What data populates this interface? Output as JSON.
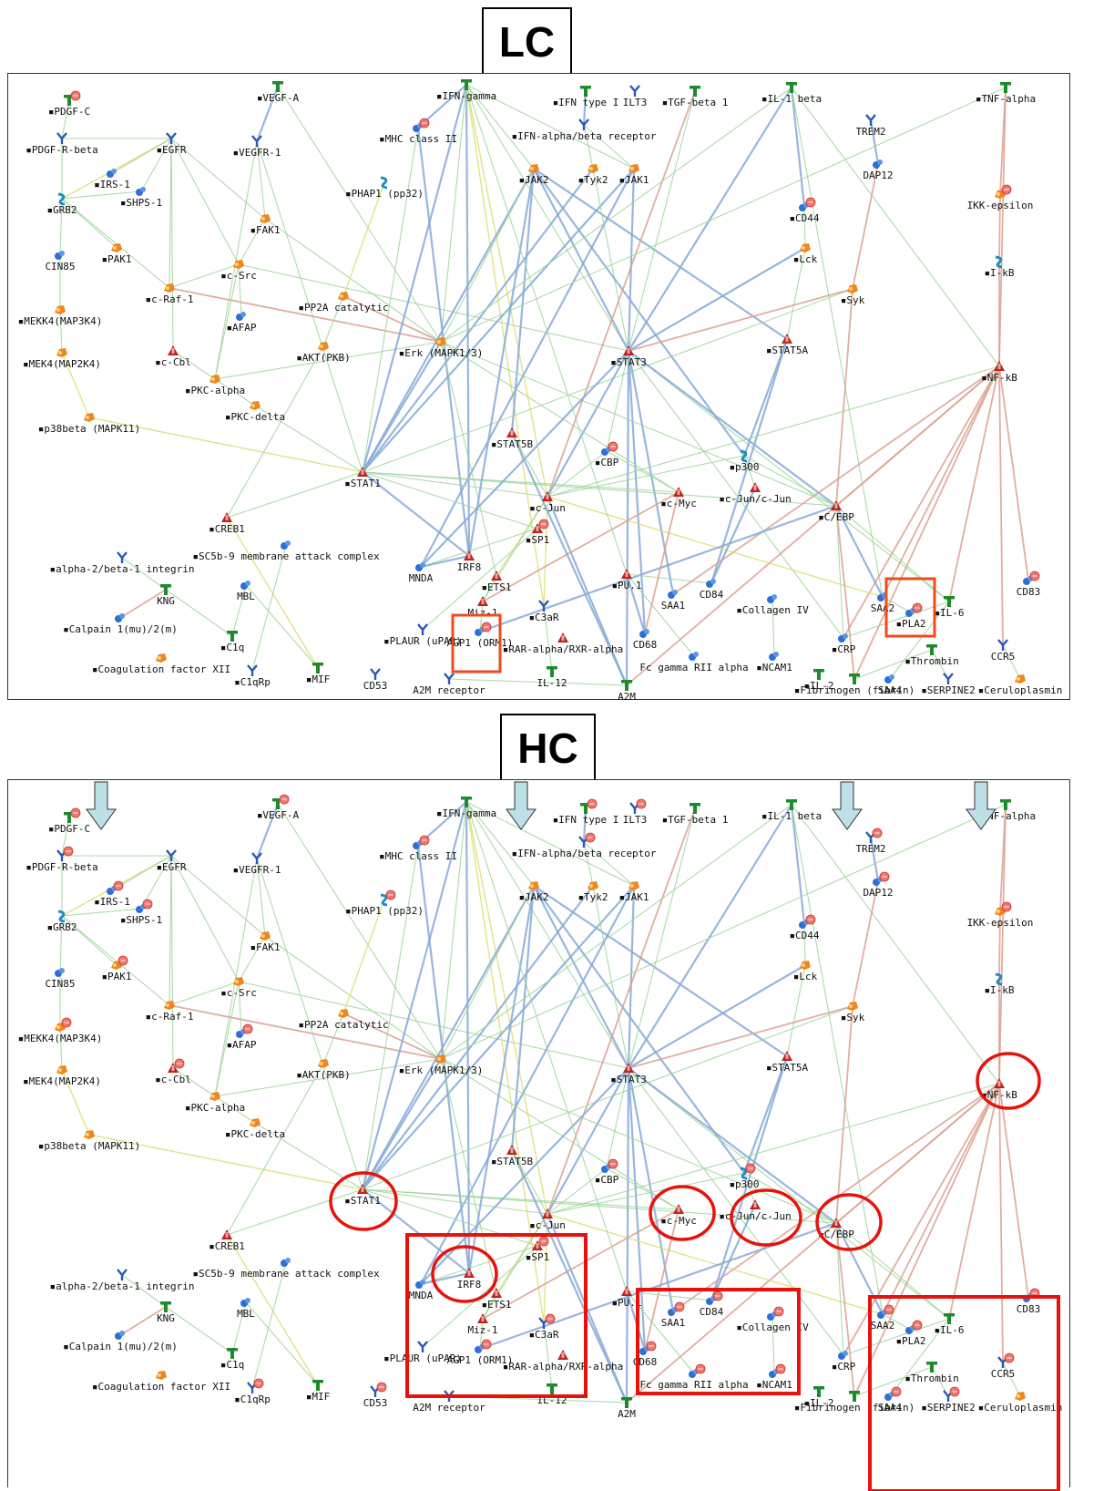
{
  "titles": {
    "lc": "LC",
    "hc": "HC"
  },
  "nodes": [
    {
      "id": "pdgfc",
      "label": "PDGF-C",
      "icon": "ligand"
    },
    {
      "id": "pdgfrb",
      "label": "PDGF-R-beta",
      "icon": "receptor"
    },
    {
      "id": "egfr",
      "label": "EGFR",
      "icon": "receptor"
    },
    {
      "id": "vegfa",
      "label": "VEGF-A",
      "icon": "ligand"
    },
    {
      "id": "vegfr1",
      "label": "VEGFR-1",
      "icon": "receptor"
    },
    {
      "id": "irs1",
      "label": "IRS-1",
      "icon": "protein"
    },
    {
      "id": "shps1",
      "label": "SHPS-1",
      "icon": "protein"
    },
    {
      "id": "grb2",
      "label": "GRB2",
      "icon": "adaptor"
    },
    {
      "id": "fak1",
      "label": "FAK1",
      "icon": "kinase"
    },
    {
      "id": "cin85",
      "label": "CIN85",
      "icon": "protein"
    },
    {
      "id": "pak1",
      "label": "PAK1",
      "icon": "kinase"
    },
    {
      "id": "csrc",
      "label": "c-Src",
      "icon": "kinase"
    },
    {
      "id": "craf1",
      "label": "c-Raf-1",
      "icon": "kinase"
    },
    {
      "id": "mekk4",
      "label": "MEKK4(MAP3K4)",
      "icon": "kinase"
    },
    {
      "id": "afap",
      "label": "AFAP",
      "icon": "protein"
    },
    {
      "id": "mek4",
      "label": "MEK4(MAP2K4)",
      "icon": "kinase"
    },
    {
      "id": "ccbl",
      "label": "c-Cbl",
      "icon": "tf"
    },
    {
      "id": "pkca",
      "label": "PKC-alpha",
      "icon": "kinase"
    },
    {
      "id": "pkcd",
      "label": "PKC-delta",
      "icon": "kinase"
    },
    {
      "id": "p38b",
      "label": "p38beta (MAPK11)",
      "icon": "kinase"
    },
    {
      "id": "ifng",
      "label": "IFN-gamma",
      "icon": "ligand"
    },
    {
      "id": "mhc2",
      "label": "MHC class II",
      "icon": "protein"
    },
    {
      "id": "phap1",
      "label": "PHAP1 (pp32)",
      "icon": "adaptor"
    },
    {
      "id": "pp2a",
      "label": "PP2A catalytic",
      "icon": "kinase"
    },
    {
      "id": "akt",
      "label": "AKT(PKB)",
      "icon": "kinase"
    },
    {
      "id": "erk",
      "label": "Erk (MAPK1/3)",
      "icon": "kinase"
    },
    {
      "id": "ifn1",
      "label": "IFN type I",
      "icon": "ligand"
    },
    {
      "id": "ilt3",
      "label": "ILT3",
      "icon": "receptor"
    },
    {
      "id": "ifnabr",
      "label": "IFN-alpha/beta receptor",
      "icon": "receptor"
    },
    {
      "id": "jak2",
      "label": "JAK2",
      "icon": "kinase"
    },
    {
      "id": "tyk2",
      "label": "Tyk2",
      "icon": "kinase"
    },
    {
      "id": "jak1",
      "label": "JAK1",
      "icon": "kinase"
    },
    {
      "id": "tgfb1",
      "label": "TGF-beta 1",
      "icon": "ligand"
    },
    {
      "id": "il1b",
      "label": "IL-1 beta",
      "icon": "ligand"
    },
    {
      "id": "trem2",
      "label": "TREM2",
      "icon": "receptor"
    },
    {
      "id": "dap12",
      "label": "DAP12",
      "icon": "protein"
    },
    {
      "id": "tnfa",
      "label": "TNF-alpha",
      "icon": "ligand"
    },
    {
      "id": "ikke",
      "label": "IKK-epsilon",
      "icon": "kinase"
    },
    {
      "id": "cd44",
      "label": "CD44",
      "icon": "protein"
    },
    {
      "id": "lck",
      "label": "Lck",
      "icon": "kinase"
    },
    {
      "id": "ikb",
      "label": "I-kB",
      "icon": "adaptor"
    },
    {
      "id": "syk",
      "label": "Syk",
      "icon": "kinase"
    },
    {
      "id": "stat3",
      "label": "STAT3",
      "icon": "tf"
    },
    {
      "id": "stat5a",
      "label": "STAT5A",
      "icon": "tf"
    },
    {
      "id": "nfkb",
      "label": "NF-kB",
      "icon": "tf"
    },
    {
      "id": "stat5b",
      "label": "STAT5B",
      "icon": "tf"
    },
    {
      "id": "cbp",
      "label": "CBP",
      "icon": "protein"
    },
    {
      "id": "p300",
      "label": "p300",
      "icon": "adaptor"
    },
    {
      "id": "stat1",
      "label": "STAT1",
      "icon": "tf"
    },
    {
      "id": "cjun",
      "label": "c-Jun",
      "icon": "tf"
    },
    {
      "id": "cmyc",
      "label": "c-Myc",
      "icon": "tf"
    },
    {
      "id": "cjuncjun",
      "label": "c-Jun/c-Jun",
      "icon": "tf"
    },
    {
      "id": "cebp",
      "label": "C/EBP",
      "icon": "tf"
    },
    {
      "id": "creb1",
      "label": "CREB1",
      "icon": "tf"
    },
    {
      "id": "sc5b9",
      "label": "SC5b-9 membrane attack complex",
      "icon": "protein"
    },
    {
      "id": "a2b1",
      "label": "alpha-2/beta-1 integrin",
      "icon": "receptor"
    },
    {
      "id": "sp1",
      "label": "SP1",
      "icon": "tf"
    },
    {
      "id": "irf8",
      "label": "IRF8",
      "icon": "tf"
    },
    {
      "id": "mnda",
      "label": "MNDA",
      "icon": "protein"
    },
    {
      "id": "ets1",
      "label": "ETS1",
      "icon": "tf"
    },
    {
      "id": "pu1",
      "label": "PU.1",
      "icon": "tf"
    },
    {
      "id": "kng",
      "label": "KNG",
      "icon": "ligand"
    },
    {
      "id": "mbl",
      "label": "MBL",
      "icon": "protein"
    },
    {
      "id": "miz1",
      "label": "Miz-1",
      "icon": "tf"
    },
    {
      "id": "c3ar",
      "label": "C3aR",
      "icon": "receptor"
    },
    {
      "id": "saa1",
      "label": "SAA1",
      "icon": "protein"
    },
    {
      "id": "cd84",
      "label": "CD84",
      "icon": "protein"
    },
    {
      "id": "coll4",
      "label": "Collagen IV",
      "icon": "protein"
    },
    {
      "id": "saa2",
      "label": "SAA2",
      "icon": "protein"
    },
    {
      "id": "il6",
      "label": "IL-6",
      "icon": "ligand"
    },
    {
      "id": "cd83",
      "label": "CD83",
      "icon": "protein"
    },
    {
      "id": "calpain",
      "label": "Calpain 1(mu)/2(m)",
      "icon": "protein"
    },
    {
      "id": "c1q",
      "label": "C1q",
      "icon": "ligand"
    },
    {
      "id": "plaur",
      "label": "PLAUR (uPAR)",
      "icon": "receptor"
    },
    {
      "id": "agp1",
      "label": "AGP1 (ORM1)",
      "icon": "protein"
    },
    {
      "id": "rar",
      "label": "RAR-alpha/RXR-alpha",
      "icon": "tf"
    },
    {
      "id": "cd68",
      "label": "CD68",
      "icon": "protein"
    },
    {
      "id": "pla2",
      "label": "PLA2",
      "icon": "protein"
    },
    {
      "id": "crp",
      "label": "CRP",
      "icon": "protein"
    },
    {
      "id": "thrombin",
      "label": "Thrombin",
      "icon": "ligand"
    },
    {
      "id": "ccr5",
      "label": "CCR5",
      "icon": "receptor"
    },
    {
      "id": "coagxii",
      "label": "Coagulation factor XII",
      "icon": "kinase"
    },
    {
      "id": "c1qrp",
      "label": "C1qRp",
      "icon": "receptor"
    },
    {
      "id": "mif",
      "label": "MIF",
      "icon": "ligand"
    },
    {
      "id": "cd53",
      "label": "CD53",
      "icon": "receptor"
    },
    {
      "id": "a2mr",
      "label": "A2M receptor",
      "icon": "receptor"
    },
    {
      "id": "il12",
      "label": "IL-12",
      "icon": "ligand"
    },
    {
      "id": "a2m",
      "label": "A2M",
      "icon": "ligand"
    },
    {
      "id": "fcgr2",
      "label": "Fc gamma RII alpha",
      "icon": "protein"
    },
    {
      "id": "ncam1",
      "label": "NCAM1",
      "icon": "protein"
    },
    {
      "id": "il2",
      "label": "IL-2",
      "icon": "ligand"
    },
    {
      "id": "fib",
      "label": "Fibrinogen (fibrin)",
      "icon": "ligand"
    },
    {
      "id": "saa4",
      "label": "SAA4",
      "icon": "protein"
    },
    {
      "id": "serpine2",
      "label": "SERPINE2",
      "icon": "receptor"
    },
    {
      "id": "cerulo",
      "label": "Ceruloplasmin",
      "icon": "kinase"
    }
  ],
  "lc_highlight_boxes": [
    "agp1",
    "pla2"
  ],
  "hc_highlight_circles": [
    "stat1",
    "irf8",
    "cmyc",
    "cjuncjun",
    "cebp",
    "nfkb"
  ],
  "hc_highlight_boxes": [
    "tf-cluster",
    "acute-phase-cluster",
    "saa-cluster"
  ],
  "hc_down_arrows": [
    "pdgfc",
    "ifnabr",
    "il1b",
    "tnfa"
  ],
  "hc_upregulated": [
    "pdgfc",
    "pdgfrb",
    "irs1",
    "shps1",
    "pak1",
    "mekk4",
    "afap",
    "ccbl",
    "mhc2",
    "phap1",
    "ifn1",
    "ilt3",
    "ifnabr",
    "trem2",
    "dap12",
    "cd44",
    "cbp",
    "p300",
    "sp1",
    "c3ar",
    "cd84",
    "coll4",
    "saa1",
    "saa2",
    "cd83",
    "agp1",
    "cd68",
    "fcgr2",
    "ncam1",
    "pla2",
    "c1qrp",
    "cd53",
    "ccr5",
    "saa4",
    "serpine2",
    "vegfa",
    "ikke"
  ],
  "lc_upregulated": [
    "pdgfc",
    "mhc2",
    "ikke",
    "cd44",
    "cbp",
    "sp1",
    "cd83",
    "agp1",
    "pla2"
  ],
  "colors": {
    "green": "#8fcf8f",
    "blue": "#7fa6d6",
    "red": "#d99b86",
    "yellow": "#d8d860",
    "highlight": "#e8120c",
    "box": "#f04a1e",
    "arrow": "#bde0e6"
  }
}
